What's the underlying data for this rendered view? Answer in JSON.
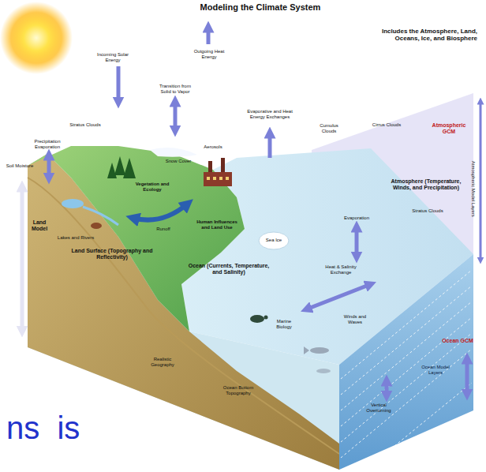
{
  "diagram": {
    "title": "Modeling the Climate System",
    "labels": [
      "Includes the Atmosphere, Land, Oceans, Ice, and Biosphere",
      "Incoming Solar Energy",
      "Outgoing Heat Energy",
      "Transition from Solid to Vapor",
      "Evaporative and Heat Energy Exchanges",
      "Stratus Clouds",
      "Cumulus Clouds",
      "Cirrus Clouds",
      "Atmospheric GCM",
      "Precipitation Evaporation",
      "Aerosols",
      "Snow Cover",
      "Soil Moisture",
      "Vegetation and Ecology",
      "Atmosphere (Temperature, Winds, and Precipitation)",
      "Stratus Clouds",
      "Evaporation",
      "Human Influences and Land Use",
      "Runoff",
      "Land Model",
      "Lakes and Rivers",
      "Sea Ice",
      "Land Surface (Topography and Reflectivity)",
      "Ocean (Currents, Temperature, and Salinity)",
      "Heat & Salinity Exchange",
      "Atmospheric Model Layers",
      "Marine Biology",
      "Winds and Waves",
      "Ocean GCM",
      "Realistic Geography",
      "Ocean Model Layers",
      "Ocean Bottom Topography",
      "Vertical Overturning",
      "ns  is"
    ]
  }
}
